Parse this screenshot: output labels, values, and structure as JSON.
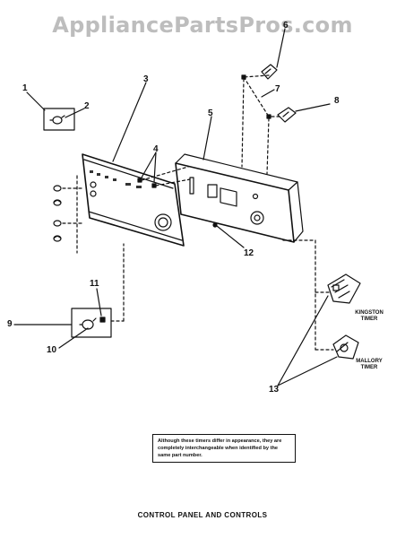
{
  "watermark": "AppliancePartsPros.com",
  "callouts": {
    "c1": "1",
    "c2": "2",
    "c3": "3",
    "c4": "4",
    "c5": "5",
    "c6": "6",
    "c7": "7",
    "c8": "8",
    "c9": "9",
    "c10": "10",
    "c11": "11",
    "c12": "12",
    "c13": "13"
  },
  "timers": {
    "kingston": "KINGSTON TIMER",
    "mallory": "MALLORY TIMER"
  },
  "note": "Although these timers differ in appearance, they are completely interchangeable when identified by the same part number.",
  "caption": "CONTROL PANEL AND CONTROLS"
}
